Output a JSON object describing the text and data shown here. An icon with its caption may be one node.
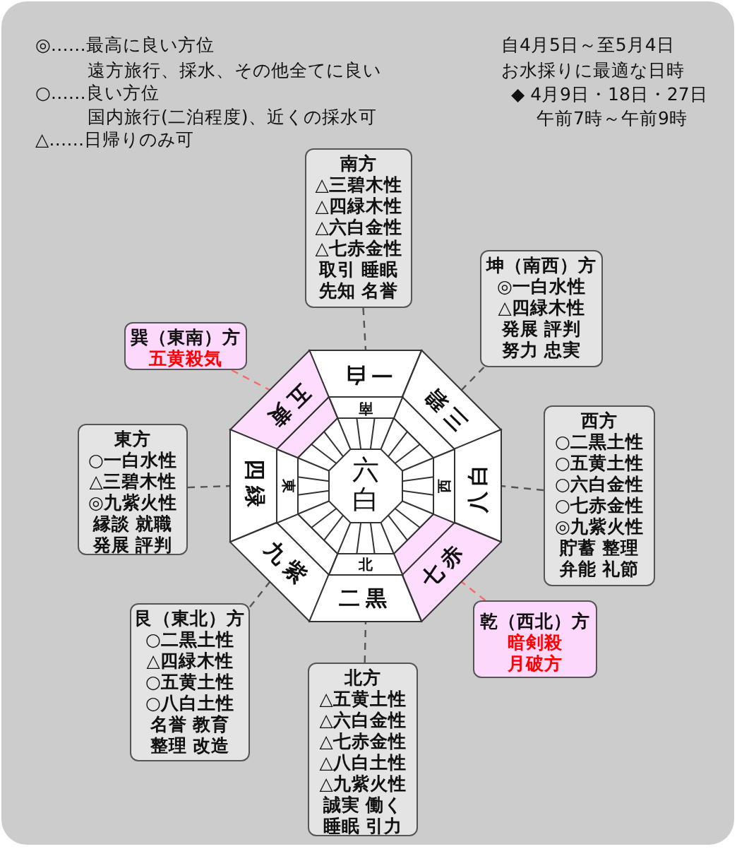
{
  "diagram": {
    "nodes": [
      {
        "text": [
          "南方",
          "△三碧木性",
          "△四緑木性",
          "△六白金性",
          "△七赤金性",
          "取引 睡眠",
          "先知 名誉"
        ]
      },
      {
        "text": [
          "坤（南西）方",
          "◎一白水性",
          "△四緑木性",
          "発展 評判",
          "努力 忠実"
        ]
      },
      {
        "text": [
          "巽（東南）方",
          "五黄殺気"
        ]
      },
      {
        "text": [
          "東方",
          "○一白水性",
          "△三碧木性",
          "◎九紫火性",
          "縁談 就職",
          "発展 評判"
        ]
      },
      {
        "text": [
          "西方",
          "○二黒土性",
          "○五黄土性",
          "○六白金性",
          "○七赤金性",
          "◎九紫火性",
          "貯蓄 整理",
          "弁能 礼節"
        ]
      },
      {
        "text": [
          "艮（東北）方",
          "○二黒土性",
          "△四緑木性",
          "○五黄土性",
          "○八白土性",
          "名誉 教育",
          "整理 改造"
        ]
      },
      {
        "text": [
          "北方",
          "△五黄土性",
          "△六白金性",
          "△七赤金性",
          "△八白土性",
          "△九紫火性",
          "誠実 働く",
          "睡眠 引力"
        ]
      },
      {
        "text": [
          "乾（西北）方",
          "暗剣殺",
          "月破方"
        ]
      },
      {
        "text": [
          "一白"
        ]
      },
      {
        "text": [
          "三碧"
        ]
      },
      {
        "text": [
          "五黄"
        ]
      },
      {
        "text": [
          "四緑"
        ]
      },
      {
        "text": [
          "八白"
        ]
      },
      {
        "text": [
          "九紫"
        ]
      },
      {
        "text": [
          "七赤"
        ]
      },
      {
        "text": [
          "二黒"
        ]
      },
      {
        "text": [
          "六白"
        ]
      },
      {
        "text": [
          "南"
        ]
      },
      {
        "text": [
          "東"
        ]
      },
      {
        "text": [
          "西"
        ]
      },
      {
        "text": [
          "北"
        ]
      }
    ],
    "edges": [
      {
        "from": 0,
        "to": 8,
        "arrow": "none",
        "style": "dashed"
      },
      {
        "from": 1,
        "to": 9,
        "arrow": "none",
        "style": "dashed"
      },
      {
        "from": 2,
        "to": 10,
        "arrow": "none",
        "style": "dashed",
        "color": "#ff6666"
      },
      {
        "from": 3,
        "to": 11,
        "arrow": "none",
        "style": "dashed"
      },
      {
        "from": 4,
        "to": 12,
        "arrow": "none",
        "style": "dashed"
      },
      {
        "from": 5,
        "to": 13,
        "arrow": "none",
        "style": "dashed"
      },
      {
        "from": 6,
        "to": 15,
        "arrow": "none",
        "style": "dashed"
      },
      {
        "from": 7,
        "to": 14,
        "arrow": "none",
        "style": "dashed",
        "color": "#ff6666"
      }
    ],
    "labels": [
      "◎……最高に良い方位",
      "遠方旅行、採水、その他全てに良い",
      "○……良い方位",
      "国内旅行(二泊程度)、近くの採水可",
      "△……日帰りのみ可",
      "自4月5日～至5月4日",
      "お水採りに最適な日時",
      "◆ 4月9日・18日・27日",
      "午前7時～午前9時"
    ]
  }
}
